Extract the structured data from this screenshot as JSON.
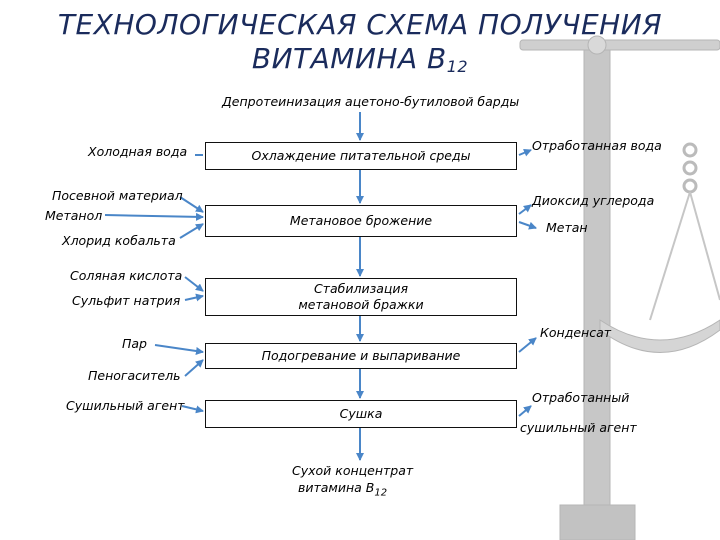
{
  "title": {
    "line1": "ТЕХНОЛОГИЧЕСКАЯ СХЕМА ПОЛУЧЕНИЯ",
    "line2": "ВИТАМИНА В",
    "line2_sub": "12"
  },
  "top_input": "Депротеинизация ацетоно-бутиловой барды",
  "steps": [
    {
      "text": "Охлаждение питательной среды"
    },
    {
      "text": "Метановое брожение"
    },
    {
      "text": "Стабилизация",
      "text2": "метановой бражки"
    },
    {
      "text": "Подогревание и выпаривание"
    },
    {
      "text": "Сушка"
    }
  ],
  "inputs": [
    "Холодная вода",
    "Посевной материал",
    "Метанол",
    "Хлорид кобальта",
    "Соляная кислота",
    "Сульфит натрия",
    "Пар",
    "Пеногаситель",
    "Сушильный агент"
  ],
  "outputs": [
    "Отработанная вода",
    "Диоксид углерода",
    "Метан",
    "Конденсат",
    "Отработанный",
    "сушильный агент"
  ],
  "product": {
    "line1": "Сухой концентрат",
    "line2": "витамина В",
    "line2_sub": "12"
  },
  "colors": {
    "arrow": "#4a86c8",
    "title": "#1a2b5c"
  }
}
